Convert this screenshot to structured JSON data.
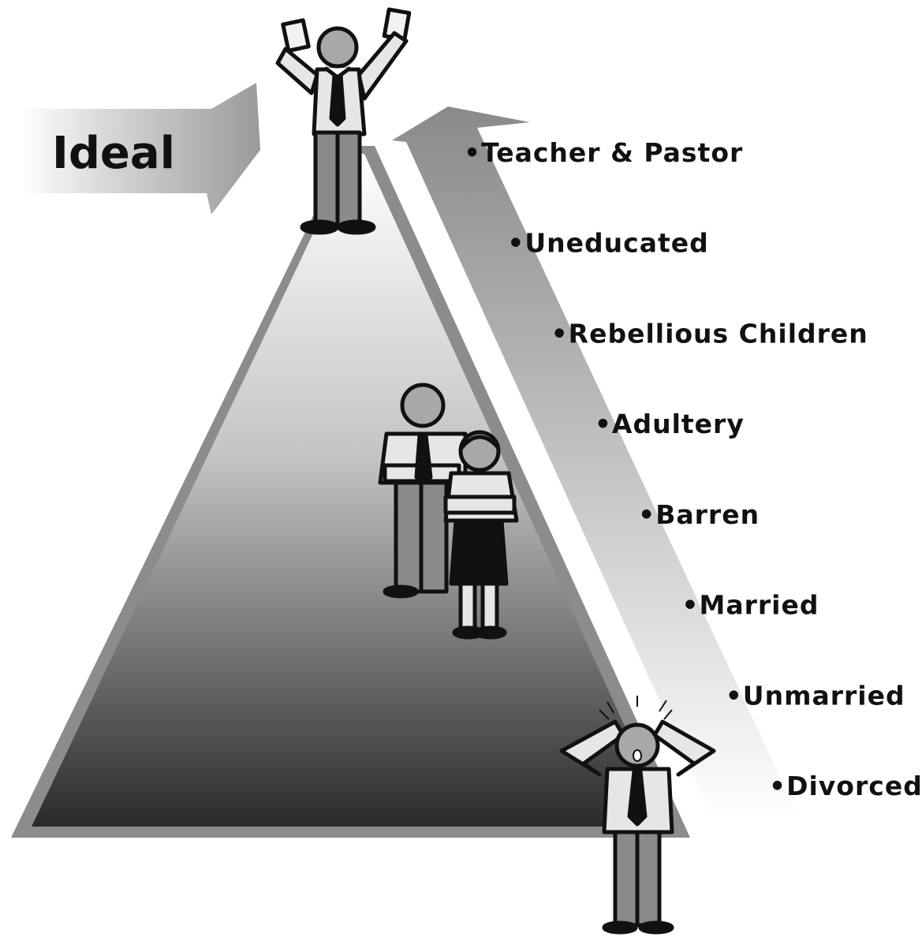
{
  "arrow_label": "Ideal",
  "ladder_items": [
    "Teacher & Pastor",
    "Uneducated",
    "Rebellious Children",
    "Adultery",
    "Barren",
    "Married",
    "Unmarried",
    "Divorced"
  ],
  "bullet": "•",
  "colors": {
    "ink": "#111111",
    "pyramid_dark": "#2a2a2a",
    "pyramid_light": "#ffffff",
    "edge_gray": "#8c8c8c",
    "figure_fill": "#e6e6e6",
    "figure_pants": "#8a8a8a",
    "figure_head": "#a8a8a8"
  },
  "figures": [
    {
      "name": "ideal-figure",
      "pose": "arms-raised-holding-papers"
    },
    {
      "name": "couple-figures",
      "pose": "man-and-woman-arms-crossed"
    },
    {
      "name": "distressed-figure",
      "pose": "hands-on-head"
    }
  ]
}
